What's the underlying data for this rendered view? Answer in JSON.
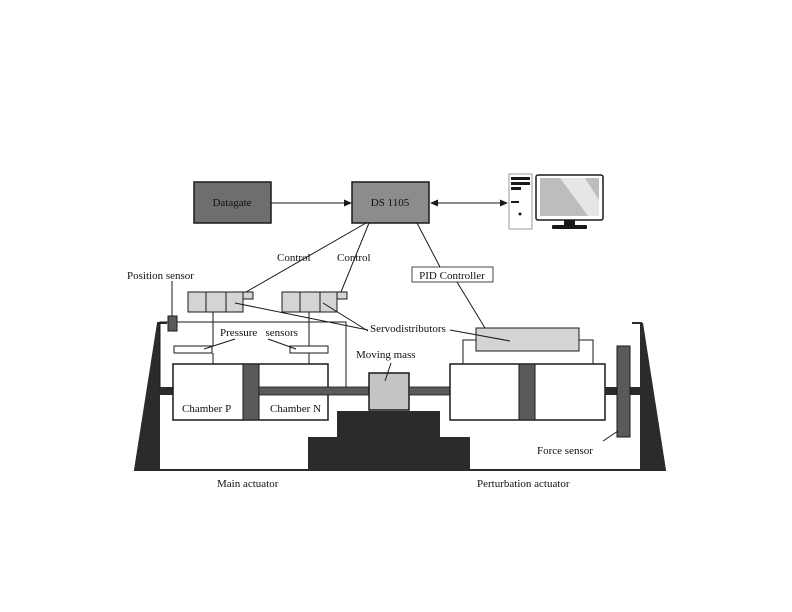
{
  "colors": {
    "dark": "#2b2b2b",
    "mid_gray": "#5a5a5a",
    "light_gray": "#d4d4d4",
    "ds_gray": "#8c8c8c",
    "datagate_gray": "#6e6e6e",
    "line": "#1a1a1a"
  },
  "labels": {
    "datagate": "Datagate",
    "ds1105": "DS 1105",
    "control_left": "Control",
    "control_right": "Control",
    "pid": "PID Controller",
    "position_sensor": "Position sensor",
    "pressure_sensors": "Pressure   sensors",
    "servodistributors": "Servodistributors",
    "moving_mass": "Moving mass",
    "chamber_p": "Chamber P",
    "chamber_n": "Chamber N",
    "force_sensor": "Force sensor",
    "main_actuator": "Main actuator",
    "perturbation_actuator": "Perturbation actuator"
  },
  "icons": {
    "computer": "desktop-computer-icon"
  }
}
